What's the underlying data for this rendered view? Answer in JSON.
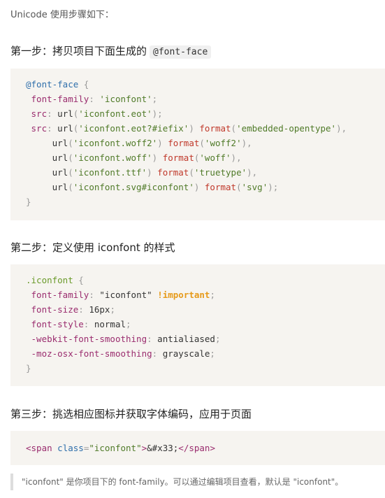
{
  "intro": "Unicode 使用步骤如下：",
  "step1": {
    "label": "第一步：拷贝项目下面生成的",
    "code": "@font-face"
  },
  "step2": {
    "label": "第二步：定义使用 iconfont 的样式"
  },
  "step3": {
    "label": "第三步：挑选相应图标并获取字体编码，应用于页面"
  },
  "code1": {
    "at_rule": "@font-face",
    "open": " {",
    "prop_family": "font-family",
    "val_family": "'iconfont'",
    "prop_src": "src",
    "fn_url": "url",
    "fn_format": "format",
    "src_eot": "'iconfont.eot'",
    "src_eot_iefix": "'iconfont.eot?#iefix'",
    "fmt_eot": "'embedded-opentype'",
    "src_woff2": "'iconfont.woff2'",
    "fmt_woff2": "'woff2'",
    "src_woff": "'iconfont.woff'",
    "fmt_woff": "'woff'",
    "src_ttf": "'iconfont.ttf'",
    "fmt_ttf": "'truetype'",
    "src_svg": "'iconfont.svg#iconfont'",
    "fmt_svg": "'svg'",
    "close": "}"
  },
  "code2": {
    "selector": ".iconfont",
    "open": " {",
    "prop_family": "font-family",
    "val_family": "\"iconfont\"",
    "important": "!important",
    "prop_size": "font-size",
    "val_size": "16px",
    "prop_style": "font-style",
    "val_style": "normal",
    "prop_webkit": "-webkit-font-smoothing",
    "val_webkit": "antialiased",
    "prop_moz": "-moz-osx-font-smoothing",
    "val_moz": "grayscale",
    "close": "}"
  },
  "code3": {
    "tag_open": "<span",
    "attr_name": "class",
    "attr_value": "\"iconfont\"",
    "tag_close": ">",
    "entity": "&#x33;",
    "end_tag": "</span>"
  },
  "note": "\"iconfont\" 是你项目下的 font-family。可以通过编辑项目查看，默认是 \"iconfont\"。"
}
